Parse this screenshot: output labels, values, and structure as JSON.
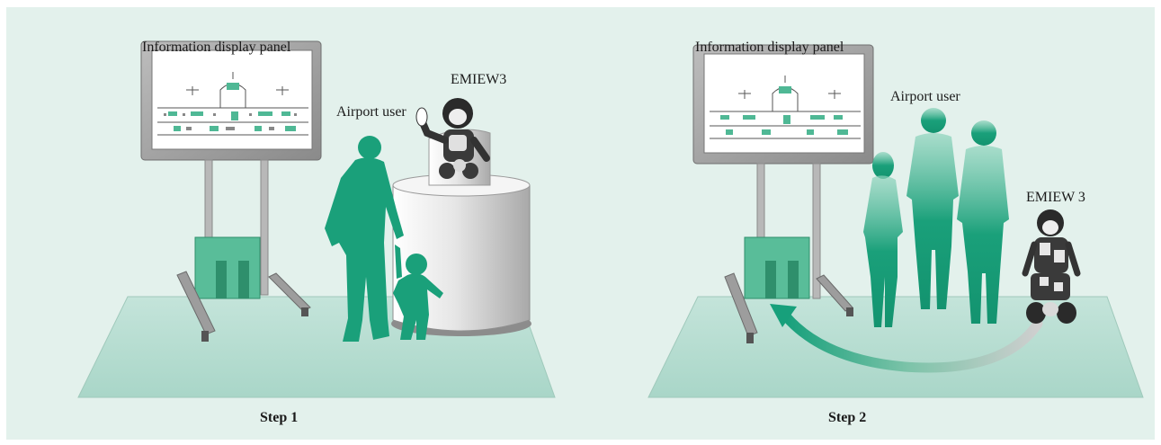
{
  "steps": [
    {
      "title": "Step 1",
      "labels": {
        "display": "Information display panel",
        "user": "Airport user",
        "robot": "EMIEW3"
      }
    },
    {
      "title": "Step 2",
      "labels": {
        "display": "Information display panel",
        "user": "Airport user",
        "robot": "EMIEW 3"
      }
    }
  ],
  "colors": {
    "background": "#e3f1ec",
    "floor": "#b5ddd1",
    "person": "#1aa07a",
    "arrow": "#17a07b"
  }
}
